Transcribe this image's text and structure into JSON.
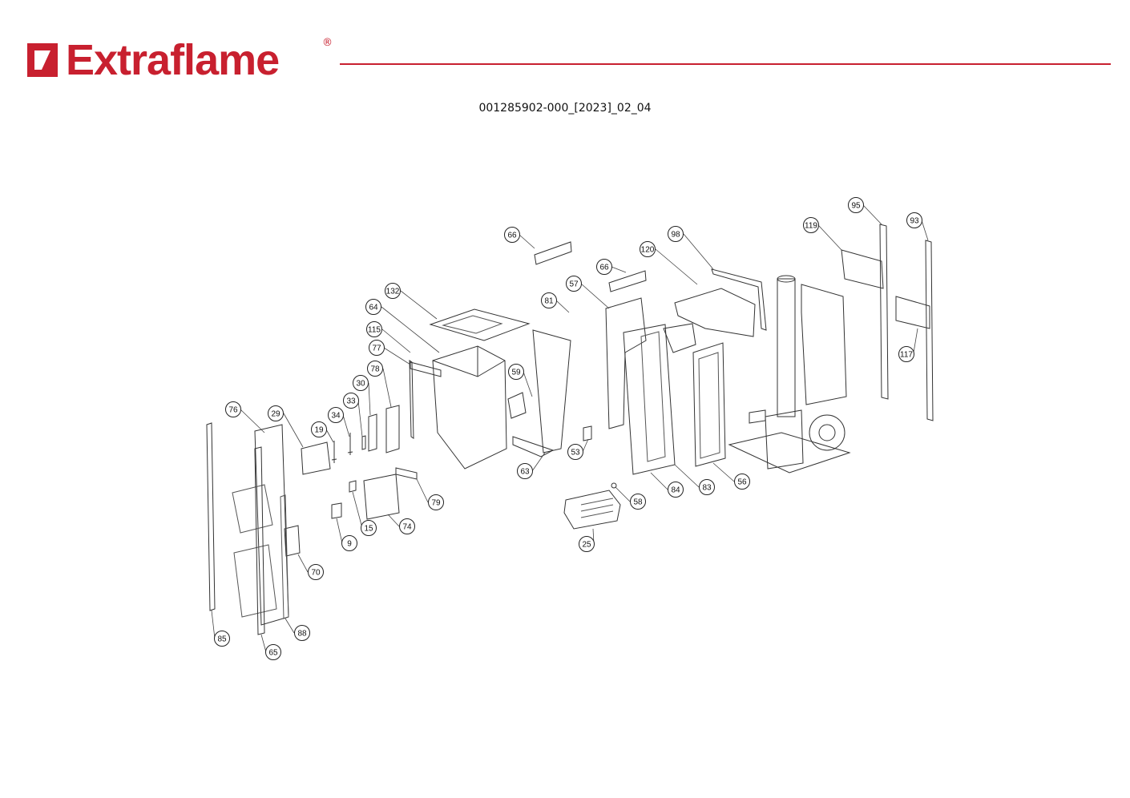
{
  "brand": {
    "name": "Extraflame",
    "registered_mark": "®",
    "color": "#c8202f"
  },
  "document_code": "001285902-000_[2023]_02_04",
  "callouts": [
    {
      "label": "66"
    },
    {
      "label": "66"
    },
    {
      "label": "57"
    },
    {
      "label": "120"
    },
    {
      "label": "98"
    },
    {
      "label": "119"
    },
    {
      "label": "95"
    },
    {
      "label": "93"
    },
    {
      "label": "132"
    },
    {
      "label": "64"
    },
    {
      "label": "81"
    },
    {
      "label": "115"
    },
    {
      "label": "77"
    },
    {
      "label": "78"
    },
    {
      "label": "30"
    },
    {
      "label": "33"
    },
    {
      "label": "34"
    },
    {
      "label": "19"
    },
    {
      "label": "29"
    },
    {
      "label": "76"
    },
    {
      "label": "59"
    },
    {
      "label": "117"
    },
    {
      "label": "53"
    },
    {
      "label": "63"
    },
    {
      "label": "79"
    },
    {
      "label": "15"
    },
    {
      "label": "74"
    },
    {
      "label": "9"
    },
    {
      "label": "70"
    },
    {
      "label": "58"
    },
    {
      "label": "25"
    },
    {
      "label": "84"
    },
    {
      "label": "83"
    },
    {
      "label": "56"
    },
    {
      "label": "85"
    },
    {
      "label": "88"
    },
    {
      "label": "65"
    }
  ]
}
